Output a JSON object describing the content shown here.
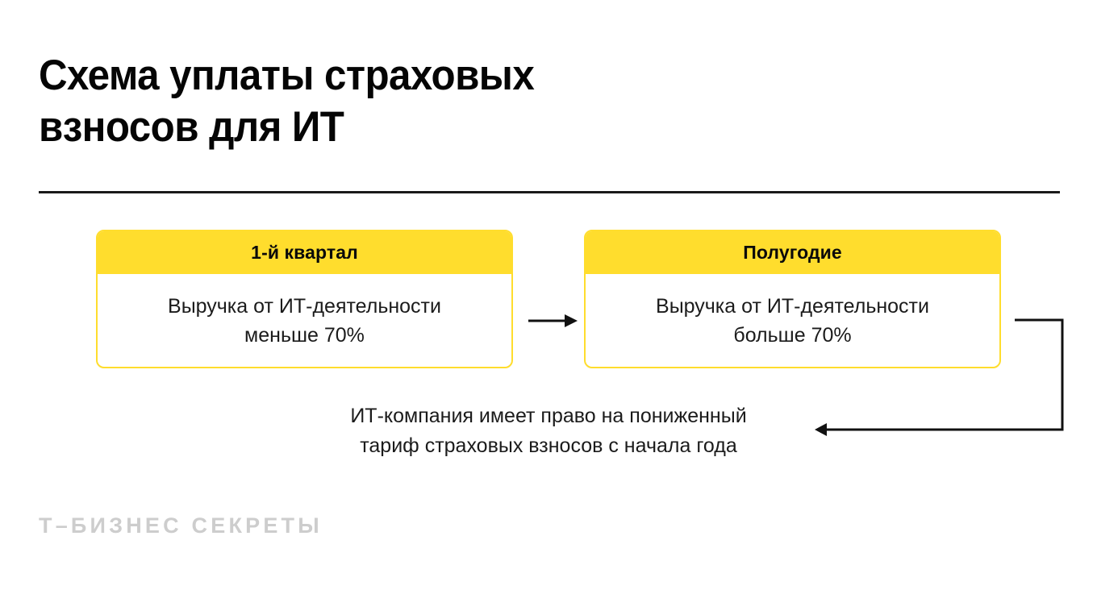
{
  "meta": {
    "background_color": "#ffffff",
    "accent_color": "#ffdd2d",
    "line_color": "#1a1a1a",
    "text_color": "#1b1b1b",
    "footer_color": "#cdcdcd"
  },
  "title": "Схема уплаты страховых\nвзносов для ИТ",
  "boxes": [
    {
      "id": "quarter",
      "header": "1-й квартал",
      "body": "Выручка от ИТ-деятельности\nменьше 70%"
    },
    {
      "id": "halfyear",
      "header": "Полугодие",
      "body": "Выручка от ИТ-деятельности\nбольше 70%"
    }
  ],
  "connectors": [
    {
      "id": "arrow-quarter-to-halfyear",
      "direction": "right",
      "shape": "straight"
    },
    {
      "id": "arrow-halfyear-to-caption",
      "direction": "left",
      "shape": "elbow"
    }
  ],
  "caption": "ИТ-компания имеет право на пониженный\nтариф страховых взносов с начала года",
  "footer": {
    "logo_text": "Т–БИЗНЕС СЕКРЕТЫ"
  }
}
